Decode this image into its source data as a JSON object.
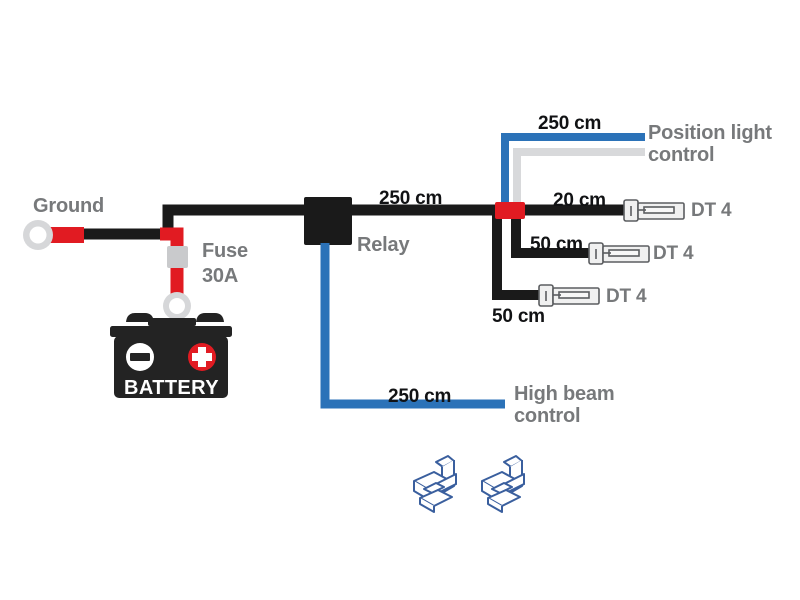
{
  "diagram": {
    "title": "Automotive LED light bar wiring harness diagram",
    "background_color": "#ffffff",
    "colors": {
      "wire_black": "#1a1a1a",
      "wire_red": "#e11b22",
      "wire_blue": "#2b72b8",
      "wire_gray": "#d8d9db",
      "label_gray": "#77797b",
      "label_black": "#111214",
      "connector_outline": "#5b5d60",
      "connector_fill": "#f0f0f0",
      "terminal_ring": "#d6d7d9",
      "fuse_body": "#c9cacc",
      "battery_body": "#232323"
    }
  },
  "labels": {
    "ground": "Ground",
    "fuse_name": "Fuse",
    "fuse_rating": "30A",
    "battery": "BATTERY",
    "relay": "Relay",
    "relay_to_splice_length": "250 cm",
    "position_light_length": "250 cm",
    "position_light_control": "Position light\ncontrol",
    "high_beam_length": "250 cm",
    "high_beam_control": "High beam\ncontrol",
    "branch_top_length": "20 cm",
    "branch_mid_length": "50 cm",
    "branch_bot_length": "50 cm",
    "connector_top": "DT 4",
    "connector_mid": "DT 4",
    "connector_bot": "DT 4"
  },
  "components": [
    {
      "name": "ground-ring-terminal",
      "type": "ring-terminal"
    },
    {
      "name": "fuse-holder",
      "type": "fuse",
      "rating": "30A"
    },
    {
      "name": "battery",
      "type": "battery",
      "negative_symbol": "minus",
      "positive_symbol": "plus"
    },
    {
      "name": "relay",
      "type": "relay-box"
    },
    {
      "name": "splice-junction",
      "type": "red-splice"
    },
    {
      "name": "dt4-connector-top",
      "type": "dt4-connector"
    },
    {
      "name": "dt4-connector-middle",
      "type": "dt4-connector"
    },
    {
      "name": "dt4-connector-bottom",
      "type": "dt4-connector"
    },
    {
      "name": "mounting-bracket-left",
      "type": "bracket"
    },
    {
      "name": "mounting-bracket-right",
      "type": "bracket"
    }
  ],
  "wires": [
    {
      "name": "ground-wire",
      "color": "#1a1a1a",
      "from": "ground-ring-terminal",
      "to": "relay"
    },
    {
      "name": "battery-positive-wire",
      "color": "#e11b22",
      "from": "fuse-holder",
      "to": "battery"
    },
    {
      "name": "relay-output-wire",
      "color": "#1a1a1a",
      "from": "relay",
      "to": "splice-junction",
      "length": "250 cm"
    },
    {
      "name": "position-light-control-wire",
      "color": "#2b72b8",
      "from": "splice-junction",
      "to": "position light control",
      "length": "250 cm"
    },
    {
      "name": "position-light-ground-wire",
      "color": "#d8d9db",
      "from": "splice-junction",
      "to": "position light control"
    },
    {
      "name": "high-beam-control-wire",
      "color": "#2b72b8",
      "from": "relay",
      "to": "high beam control",
      "length": "250 cm"
    },
    {
      "name": "branch-wire-top",
      "color": "#1a1a1a",
      "to": "dt4-connector-top",
      "length": "20 cm"
    },
    {
      "name": "branch-wire-middle",
      "color": "#1a1a1a",
      "to": "dt4-connector-middle",
      "length": "50 cm"
    },
    {
      "name": "branch-wire-bottom",
      "color": "#1a1a1a",
      "to": "dt4-connector-bottom",
      "length": "50 cm"
    }
  ]
}
